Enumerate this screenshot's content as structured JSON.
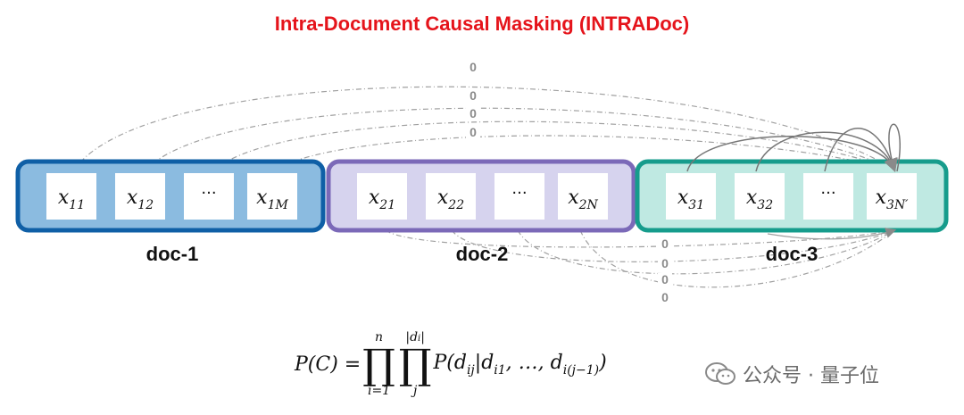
{
  "title": "Intra-Document Causal Masking (INTRADoc)",
  "documents": [
    {
      "label": "doc-1",
      "fill": "#8bbbe0",
      "border": "#0f5fa6",
      "tokens": [
        {
          "main": "x",
          "sub": "11"
        },
        {
          "main": "x",
          "sub": "12"
        },
        {
          "main": "···",
          "sub": ""
        },
        {
          "main": "x",
          "sub": "1M"
        }
      ]
    },
    {
      "label": "doc-2",
      "fill": "#d6d3ee",
      "border": "#7b69b8",
      "tokens": [
        {
          "main": "x",
          "sub": "21"
        },
        {
          "main": "x",
          "sub": "22"
        },
        {
          "main": "···",
          "sub": ""
        },
        {
          "main": "x",
          "sub": "2N"
        }
      ]
    },
    {
      "label": "doc-3",
      "fill": "#bfe9e2",
      "border": "#169c8c",
      "tokens": [
        {
          "main": "x",
          "sub": "31"
        },
        {
          "main": "x",
          "sub": "32"
        },
        {
          "main": "···",
          "sub": ""
        },
        {
          "main": "x",
          "sub": "3N′"
        }
      ]
    }
  ],
  "masked_arc_label": "0",
  "arc_color": "#a0a0a0",
  "formula": {
    "lhs": "P(C) =",
    "prod1_upper": "n",
    "prod1_lower": "i=1",
    "prod2_upper": "|d",
    "prod2_upper_sub": "i",
    "prod2_upper_end": "|",
    "prod2_lower": "j",
    "rhs_start": "P(d",
    "rhs_sub1": "ij",
    "rhs_mid": "|d",
    "rhs_sub2": "i1",
    "rhs_mid2": ", …, d",
    "rhs_sub3": "i(j−1)",
    "rhs_end": ")"
  },
  "watermark": "公众号 · 量子位"
}
